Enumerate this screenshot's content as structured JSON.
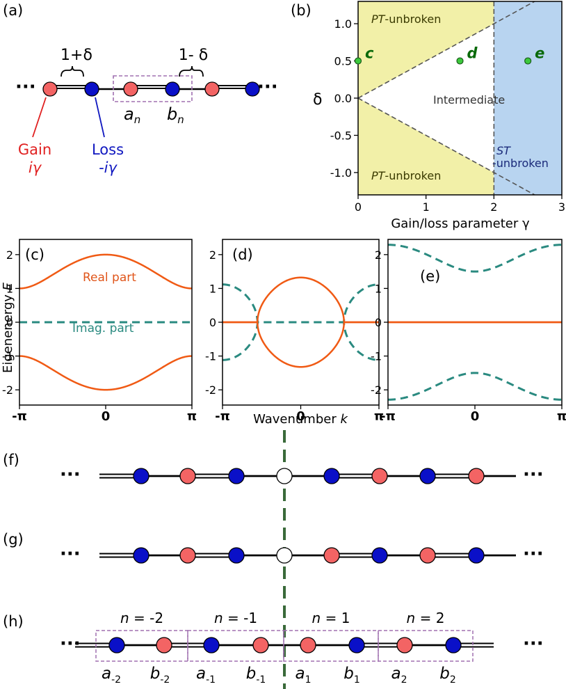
{
  "colors": {
    "gain": "#f36464",
    "loss": "#0a10c8",
    "neutral": "#ffffff",
    "real": "#f05a14",
    "imag": "#2a8a80",
    "pt_region": "#f2f0a8",
    "st_region": "#b8d4f0",
    "point": "#3cc83c",
    "point_label": "#0a6a0a",
    "cell_box": "#a070b0",
    "center_line": "#3a6a3a",
    "boundary": "#555555"
  },
  "panel_labels": {
    "a": "(a)",
    "b": "(b)",
    "c": "(c)",
    "d": "(d)",
    "e": "(e)",
    "f": "(f)",
    "g": "(g)",
    "h": "(h)"
  },
  "panel_a": {
    "hop_strong": "1+δ",
    "hop_weak": "1- δ",
    "site_a": "a",
    "site_b": "b",
    "site_sub": "n",
    "gain_label": "Gain",
    "gain_term": "iγ",
    "loss_label": "Loss",
    "loss_term": "-iγ",
    "ellipsis": "···"
  },
  "panel_b": {
    "xlabel": "Gain/loss parameter γ",
    "ylabel": "δ",
    "xlim": [
      0,
      3
    ],
    "ylim": [
      -1.3,
      1.3
    ],
    "xticks": [
      "0",
      "1",
      "2",
      "3"
    ],
    "yticks": [
      "-1.0",
      "-0.5",
      "0.0",
      "0.5",
      "1.0"
    ],
    "region_pt_top": "PT-unbroken",
    "region_pt_bottom": "PT-unbroken",
    "region_mid": "Intermediate",
    "region_st_1": "ST",
    "region_st_2": "-unbroken",
    "points": [
      {
        "label": "c",
        "gamma": 0.0,
        "delta": 0.5
      },
      {
        "label": "d",
        "gamma": 1.5,
        "delta": 0.5
      },
      {
        "label": "e",
        "gamma": 2.5,
        "delta": 0.5
      }
    ],
    "st_boundary_gamma": 2.0
  },
  "spectra": {
    "ylabel": "Eigenenergy E",
    "xlabel": "Wavenumber k",
    "xticks": [
      "-π",
      "0",
      "π"
    ],
    "yticks": [
      "-2",
      "-1",
      "0",
      "1",
      "2"
    ],
    "ylim": [
      -2.45,
      2.45
    ],
    "label_real": "Real part",
    "label_imag": "Imag. part"
  },
  "chart_data": [
    {
      "type": "scatter",
      "panel": "b",
      "xlabel": "Gain/loss parameter γ",
      "ylabel": "δ",
      "xlim": [
        0,
        3
      ],
      "ylim": [
        -1.3,
        1.3
      ],
      "series": [
        {
          "values": [
            [
              0.0,
              0.5
            ],
            [
              1.5,
              0.5
            ],
            [
              2.5,
              0.5
            ]
          ]
        }
      ],
      "annotations": [
        "c",
        "d",
        "e"
      ]
    },
    {
      "type": "line",
      "panel": "c",
      "gamma": 0.0,
      "delta": 0.5,
      "xlim": [
        "-π",
        "π"
      ],
      "ylim": [
        -2.45,
        2.45
      ],
      "x": [
        "-π",
        "-π/2",
        "0",
        "π/2",
        "π"
      ],
      "series": [
        {
          "name": "Real part",
          "values": [
            1.0,
            1.58,
            2.0,
            1.58,
            1.0
          ]
        },
        {
          "name": "Real part",
          "values": [
            -1.0,
            -1.58,
            -2.0,
            -1.58,
            -1.0
          ]
        },
        {
          "name": "Imag. part",
          "values": [
            0,
            0,
            0,
            0,
            0
          ]
        }
      ]
    },
    {
      "type": "line",
      "panel": "d",
      "gamma": 1.5,
      "delta": 0.5,
      "xlim": [
        "-π",
        "π"
      ],
      "ylim": [
        -2.45,
        2.45
      ],
      "x": [
        "-π",
        "-π/2",
        "0",
        "π/2",
        "π"
      ],
      "series": [
        {
          "values": [
            0,
            0.1,
            1.32,
            0.1,
            0
          ]
        },
        {
          "values": [
            0,
            -0.1,
            -1.32,
            -0.1,
            0
          ]
        },
        {
          "values": [
            1.12,
            0,
            0,
            0,
            1.12
          ]
        },
        {
          "values": [
            -1.12,
            0,
            0,
            0,
            -1.12
          ]
        }
      ]
    },
    {
      "type": "line",
      "panel": "e",
      "gamma": 2.5,
      "delta": 0.5,
      "xlim": [
        "-π",
        "π"
      ],
      "ylim": [
        -2.45,
        2.45
      ],
      "x": [
        "-π",
        "-π/2",
        "0",
        "π/2",
        "π"
      ],
      "series": [
        {
          "values": [
            0,
            0,
            0,
            0,
            0
          ]
        },
        {
          "values": [
            2.29,
            1.94,
            1.5,
            1.94,
            2.29
          ]
        },
        {
          "values": [
            -2.29,
            -1.94,
            -1.5,
            -1.94,
            -2.29
          ]
        }
      ]
    }
  ],
  "panel_h": {
    "cells": [
      {
        "n_label": "n = -2",
        "a": "a",
        "a_sub": "-2",
        "b": "b",
        "b_sub": "-2"
      },
      {
        "n_label": "n = -1",
        "a": "a",
        "a_sub": "-1",
        "b": "b",
        "b_sub": "-1"
      },
      {
        "n_label": "n = 1",
        "a": "a",
        "a_sub": "1",
        "b": "b",
        "b_sub": "1"
      },
      {
        "n_label": "n = 2",
        "a": "a",
        "a_sub": "2",
        "b": "b",
        "b_sub": "2"
      }
    ]
  }
}
